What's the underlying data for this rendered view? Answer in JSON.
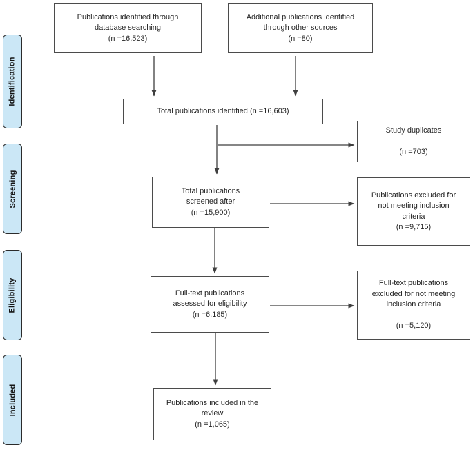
{
  "diagram": {
    "type": "prisma-flow-diagram",
    "colors": {
      "stage_fill": "#cbe7f6",
      "stage_border": "#2b2b2b",
      "box_border": "#4b4b4b",
      "arrow": "#3f3f3f",
      "text": "#262626"
    },
    "stages": [
      {
        "label": "Identification"
      },
      {
        "label": "Screening"
      },
      {
        "label": "Eligibility"
      },
      {
        "label": "Included"
      }
    ],
    "boxes": {
      "db": {
        "lines": [
          "Publications identified through",
          "database searching",
          "(n =16,523)"
        ]
      },
      "other": {
        "lines": [
          "Additional publications identified",
          "through other sources",
          "(n =80)"
        ]
      },
      "total": {
        "lines": [
          "Total publications identified (n =16,603)"
        ]
      },
      "duplicates": {
        "lines": [
          "Study duplicates",
          " ",
          "(n =703)"
        ]
      },
      "screened": {
        "lines": [
          "Total publications",
          "screened after",
          "(n =15,900)"
        ]
      },
      "excluded_screening": {
        "lines": [
          "Publications excluded for",
          "not meeting inclusion",
          "criteria",
          "(n =9,715)"
        ]
      },
      "eligibility": {
        "lines": [
          "Full-text publications",
          "assessed for eligibility",
          "(n =6,185)"
        ]
      },
      "excluded_eligibility": {
        "lines": [
          "Full-text publications",
          "excluded for not meeting",
          "inclusion criteria",
          " ",
          "(n =5,120)"
        ]
      },
      "included": {
        "lines": [
          "Publications included in the",
          "review",
          "(n =1,065)"
        ]
      }
    }
  }
}
